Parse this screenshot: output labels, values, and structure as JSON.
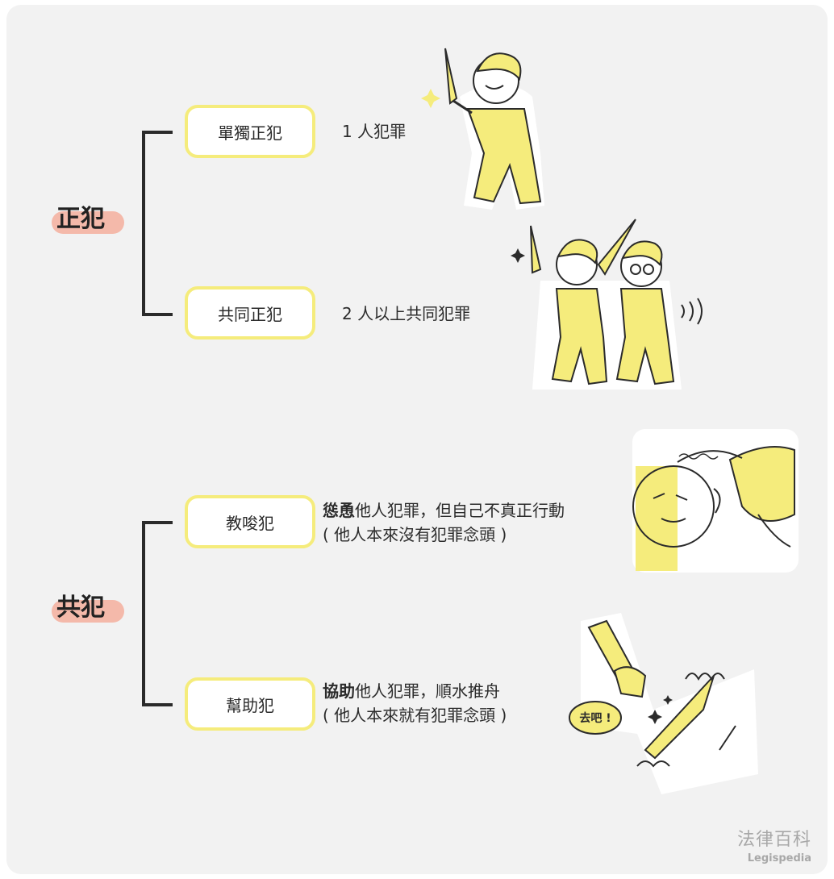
{
  "categories": [
    {
      "label": "正犯",
      "children": [
        {
          "label": "單獨正犯",
          "desc_bold": "",
          "desc_line1": "1 人犯罪",
          "desc_line2": ""
        },
        {
          "label": "共同正犯",
          "desc_bold": "",
          "desc_line1": "2 人以上共同犯罪",
          "desc_line2": ""
        }
      ]
    },
    {
      "label": "共犯",
      "children": [
        {
          "label": "教唆犯",
          "desc_bold": "慫恿",
          "desc_line1": "他人犯罪，但自己不真正行動",
          "desc_line2": "( 他人本來沒有犯罪念頭 )"
        },
        {
          "label": "幫助犯",
          "desc_bold": "協助",
          "desc_line1": "他人犯罪，順水推舟",
          "desc_line2": "( 他人本來就有犯罪念頭 )"
        }
      ]
    }
  ],
  "illustrations": {
    "speech_bubble": "去吧 !"
  },
  "brand": {
    "name_cn": "法律百科",
    "name_en": "Legispedia"
  },
  "colors": {
    "accent_yellow": "#f5ec7c",
    "highlight_pink": "#f4b9aa",
    "line": "#2b2b2b",
    "background": "#f2f2f2"
  }
}
